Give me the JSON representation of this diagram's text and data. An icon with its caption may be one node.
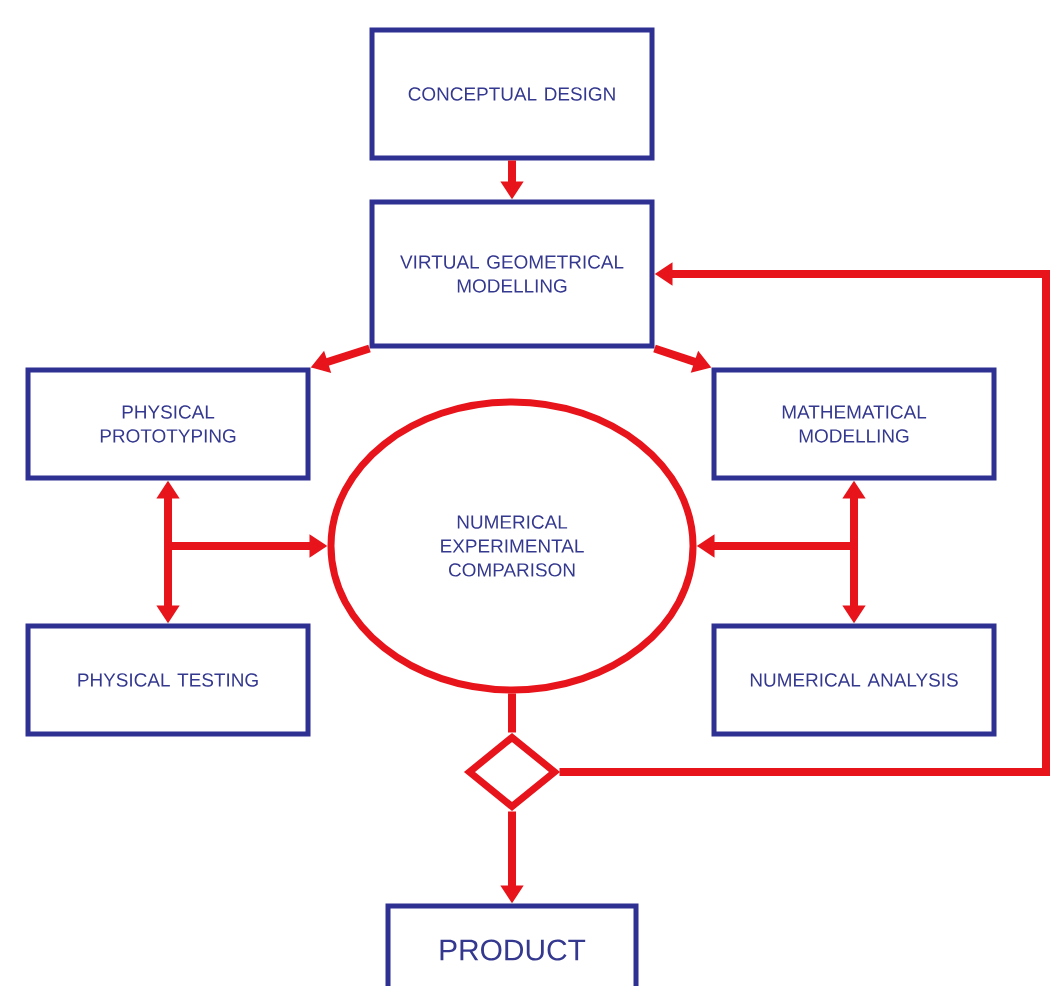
{
  "diagram": {
    "nodes": [
      {
        "text": [
          "CONCEPTUAL DESIGN"
        ]
      },
      {
        "text": [
          "VIRTUAL GEOMETRICAL MODELLING"
        ]
      },
      {
        "text": [
          "PHYSICAL PROTOTYPING"
        ]
      },
      {
        "text": [
          "MATHEMATICAL MODELLING"
        ]
      },
      {
        "text": [
          "NUMERICAL EXPERIMENTAL COMPARISON"
        ]
      },
      {
        "text": [
          "PHYSICAL TESTING"
        ]
      },
      {
        "text": [
          "NUMERICAL ANALYSIS"
        ]
      },
      {
        "text": [],
        "shape": "diamond"
      },
      {
        "text": [
          "PRODUCT"
        ]
      }
    ],
    "edges": [
      {
        "from": 0,
        "to": 1,
        "arrow": "to"
      },
      {
        "from": 1,
        "to": 2,
        "arrow": "to"
      },
      {
        "from": 1,
        "to": 3,
        "arrow": "to"
      },
      {
        "from": 2,
        "to": 5,
        "arrow": "both"
      },
      {
        "from": null,
        "to": 4,
        "arrow": "to"
      },
      {
        "from": 3,
        "to": 6,
        "arrow": "both"
      },
      {
        "from": null,
        "to": 4,
        "arrow": "to"
      },
      {
        "from": 4,
        "to": 7,
        "arrow": "none"
      },
      {
        "from": 7,
        "to": 8,
        "arrow": "to"
      },
      {
        "from": 7,
        "to": 1,
        "arrow": "to"
      }
    ]
  }
}
